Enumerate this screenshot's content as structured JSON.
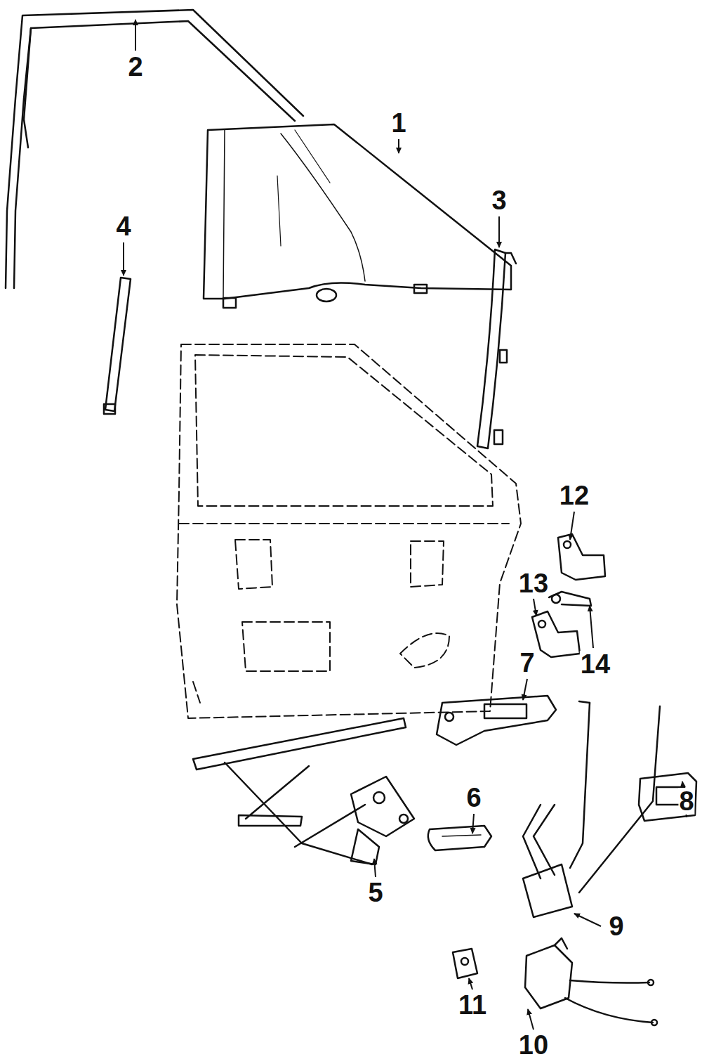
{
  "diagram": {
    "labels": [
      "2",
      "1",
      "3",
      "4",
      "12",
      "13",
      "14",
      "7",
      "6",
      "8",
      "5",
      "9",
      "11",
      "10"
    ]
  }
}
